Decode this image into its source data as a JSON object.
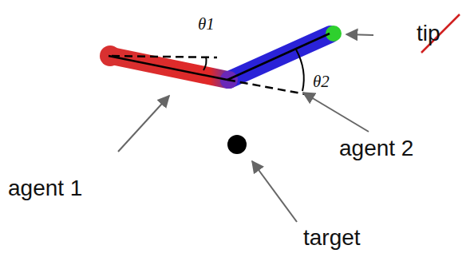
{
  "diagram": {
    "labels": [
      "θ1",
      "θ2",
      "tip",
      "agent 1",
      "agent 2",
      "target"
    ]
  }
}
